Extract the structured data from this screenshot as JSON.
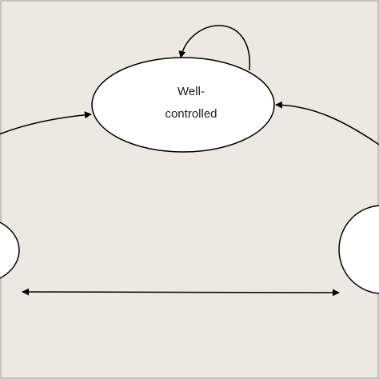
{
  "diagram": {
    "background_color": "#ece9e2",
    "border_color": "#9a9a9a",
    "stroke_color": "#000000",
    "node_fill": "#ffffff",
    "nodes": [
      {
        "id": "well-controlled",
        "label_lines": [
          "Well-",
          "controlled"
        ]
      },
      {
        "id": "left-state",
        "label_lines": []
      },
      {
        "id": "right-state",
        "label_lines": []
      }
    ],
    "edges": [
      {
        "from": "well-controlled",
        "to": "well-controlled",
        "kind": "self-loop"
      },
      {
        "from": "left-state",
        "to": "well-controlled",
        "kind": "directed"
      },
      {
        "from": "right-state",
        "to": "well-controlled",
        "kind": "directed"
      },
      {
        "from": "left-state",
        "to": "right-state",
        "kind": "bidirectional"
      }
    ]
  }
}
